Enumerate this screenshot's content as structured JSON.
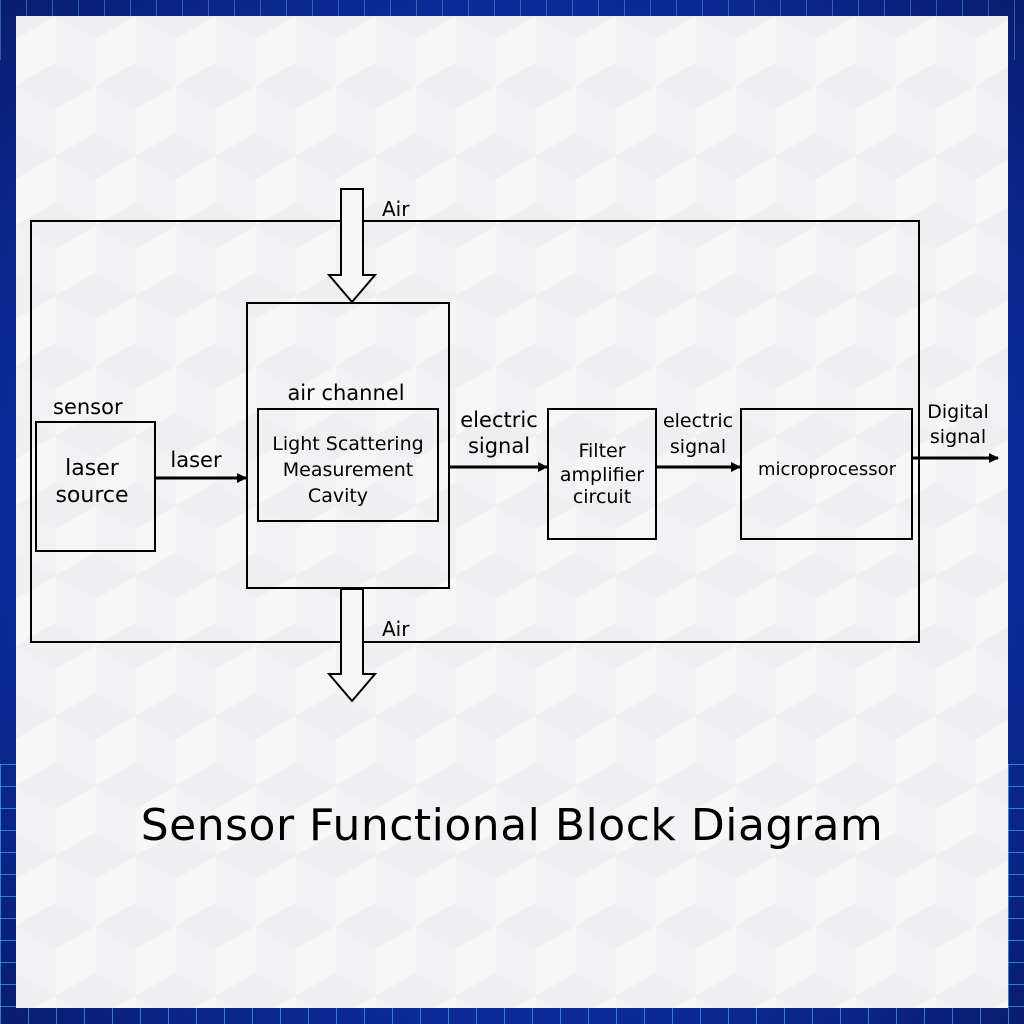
{
  "diagram": {
    "labels": {
      "air_in": "Air",
      "air_out": "Air",
      "sensor": "sensor",
      "laser_source_line1": "laser",
      "laser_source_line2": "source",
      "laser": "laser",
      "air_channel": "air channel",
      "cavity_line1": "Light Scattering",
      "cavity_line2": "Measurement",
      "cavity_line3": "Cavity",
      "electric_signal_1_line1": "electric",
      "electric_signal_1_line2": "signal",
      "filter_line1": "Filter",
      "filter_line2": "amplifier",
      "filter_line3": "circuit",
      "electric_signal_2_line1": "electric",
      "electric_signal_2_line2": "signal",
      "microprocessor": "microprocessor",
      "digital_signal_line1": "Digital",
      "digital_signal_line2": "signal"
    },
    "title": "Sensor Functional Block Diagram"
  }
}
